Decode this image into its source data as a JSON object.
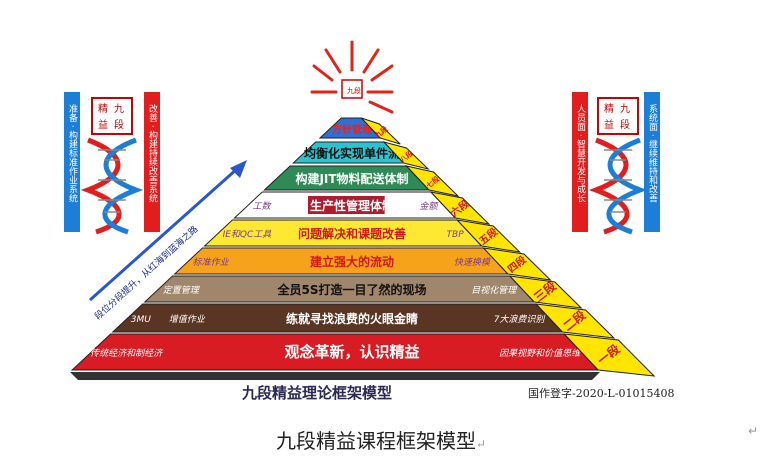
{
  "seal": {
    "chars": [
      "九",
      "段"
    ]
  },
  "layers": [
    {
      "center": "方针管理",
      "left": "",
      "right": "",
      "fill": "#2f6fd6",
      "text_color": "#e8231b"
    },
    {
      "center": "均衡化实现单件流",
      "left": "",
      "right": "",
      "fill": "#29c4cf",
      "text_color": "#111111"
    },
    {
      "center": "构建JIT物料配送体制",
      "left": "",
      "right": "",
      "fill": "#2e8b57",
      "text_color": "#ffffff"
    },
    {
      "center": "生产性管理体制",
      "left": "工数",
      "right": "金额",
      "fill": "#ffffff",
      "text_color": "#111111",
      "band": "#b01b2e",
      "side_color": "#7a3a8c"
    },
    {
      "center": "问题解决和课题改善",
      "left": "IE和QC工具",
      "right": "TBP",
      "fill": "#ffe832",
      "text_color": "#d01818",
      "side_color": "#7a3a8c"
    },
    {
      "center": "建立强大的流动",
      "left": "标准作业",
      "right": "快速换模",
      "fill": "#f7a21b",
      "text_color": "#d01818",
      "side_color": "#7a3a8c"
    },
    {
      "center": "全员5S打造一目了然的现场",
      "left": "定置管理",
      "right": "目视化管理",
      "fill": "#a0866a",
      "text_color": "#111111",
      "side_color": "#ffffff"
    },
    {
      "center": "练就寻找浪费的火眼金睛",
      "left": "3MU",
      "left2": "增值作业",
      "right": "7大浪费识别",
      "fill": "#5a3524",
      "text_color": "#ffffff",
      "side_color": "#ffffff"
    },
    {
      "center": "观念革新，认识精益",
      "left": "传统经济和制经济",
      "right": "因果视野和价值思维",
      "fill": "#d91c23",
      "text_color": "#ffffff",
      "side_color": "#ffffff"
    }
  ],
  "dan_labels": [
    "九段",
    "八段",
    "七段",
    "六段",
    "五段",
    "四段",
    "三段",
    "二段",
    "一段"
  ],
  "arrow_label": "段位分段提升，从红海到蓝海之路",
  "pyramid_title": "九段精益理论框架模型",
  "registration": "国作登字-2020-L-01015408",
  "caption": "九段精益课程框架模型",
  "left_banner": {
    "logo": [
      "九",
      "段",
      "精",
      "益"
    ],
    "left_text": "准备 · 构建标准作业系统",
    "right_text": "改善 · 构建持续改善系统"
  },
  "right_banner": {
    "logo": [
      "九",
      "段",
      "精",
      "益"
    ],
    "left_text": "人员面 · 智慧开发与成长",
    "right_text": "系统面 · 继续维持和改善"
  },
  "colors": {
    "red": "#e21d1d",
    "blue": "#1c7ed6",
    "yellow": "#ffe500"
  }
}
